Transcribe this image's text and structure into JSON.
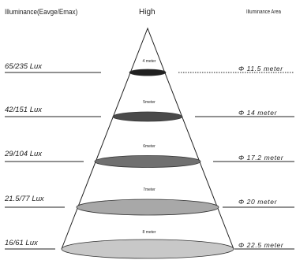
{
  "header": {
    "left_title": "Illuminance(Eavge/Emax)",
    "center_title": "High",
    "right_title": "Illuminance Area"
  },
  "levels": [
    {
      "distance": "4 meter",
      "lux": "65/235 Lux",
      "area": "Φ 11.5 meter",
      "fill": "#202020"
    },
    {
      "distance": "5meter",
      "lux": "42/151 Lux",
      "area": "Φ 14 meter",
      "fill": "#4a4a4a"
    },
    {
      "distance": "6meter",
      "lux": "29/104 Lux",
      "area": "Φ 17.2 meter",
      "fill": "#707070"
    },
    {
      "distance": "7meter",
      "lux": "21.5/77 Lux",
      "area": "Φ 20 meter",
      "fill": "#a8a8a8"
    },
    {
      "distance": "8 meter",
      "lux": "16/61 Lux",
      "area": "Φ 22.5 meter",
      "fill": "#c8c8c8"
    }
  ]
}
